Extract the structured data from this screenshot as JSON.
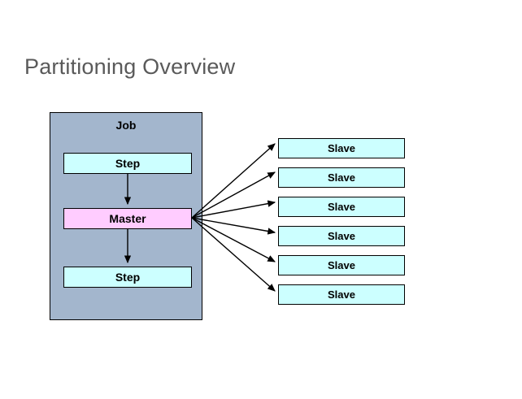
{
  "slide": {
    "title": "Partitioning Overview",
    "background_color": "#ffffff",
    "title_color": "#5a5a5a"
  },
  "diagram": {
    "type": "flow",
    "job": {
      "label": "Job",
      "fill_color": "#a3b6cd",
      "border_color": "#000000",
      "nodes": [
        {
          "id": "step-top",
          "label": "Step",
          "fill_color": "#ccffff"
        },
        {
          "id": "master",
          "label": "Master",
          "fill_color": "#ffccff"
        },
        {
          "id": "step-bottom",
          "label": "Step",
          "fill_color": "#ccffff"
        }
      ],
      "internal_connections": [
        {
          "from": "step-top",
          "to": "master",
          "style": "arrow-down"
        },
        {
          "from": "master",
          "to": "step-bottom",
          "style": "arrow-down"
        }
      ]
    },
    "slaves": {
      "fill_color": "#ccffff",
      "border_color": "#000000",
      "items": [
        {
          "label": "Slave"
        },
        {
          "label": "Slave"
        },
        {
          "label": "Slave"
        },
        {
          "label": "Slave"
        },
        {
          "label": "Slave"
        },
        {
          "label": "Slave"
        }
      ]
    },
    "fanout": {
      "from": "master",
      "to": [
        "slave-0",
        "slave-1",
        "slave-2",
        "slave-3",
        "slave-4",
        "slave-5"
      ],
      "arrow_color": "#000000"
    }
  }
}
